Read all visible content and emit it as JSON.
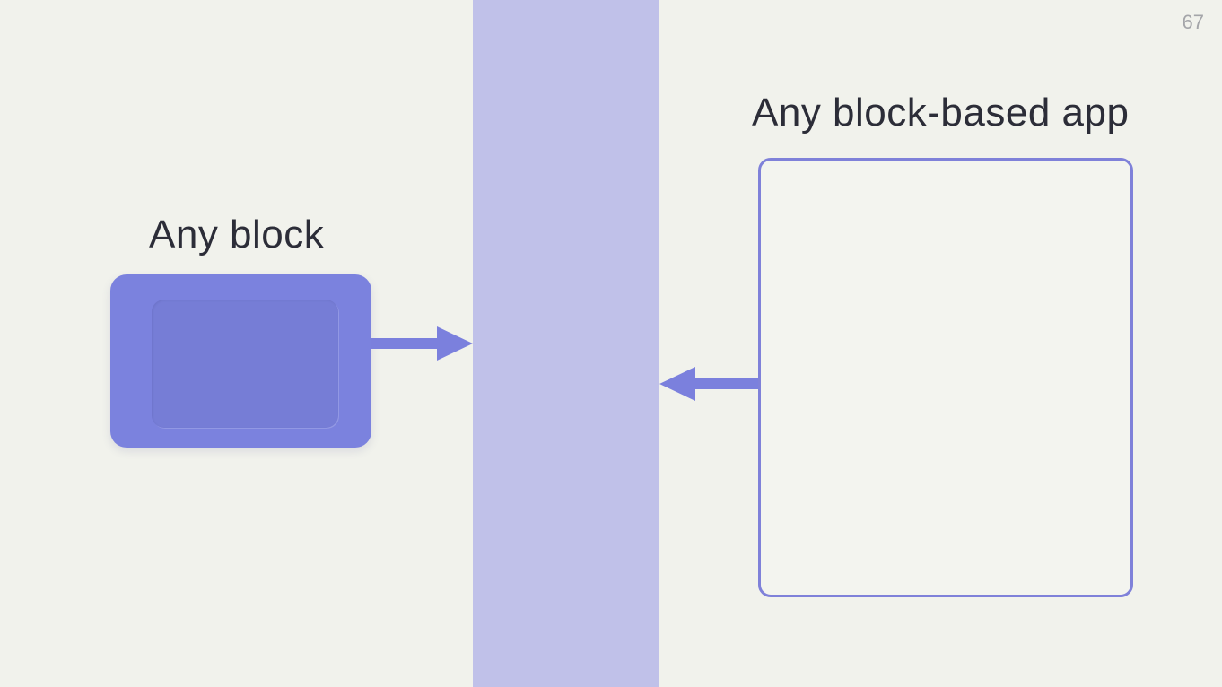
{
  "page_number": "67",
  "left": {
    "label": "Any block"
  },
  "right": {
    "label": "Any block-based app"
  },
  "colors": {
    "background": "#f1f2ec",
    "band": "#c0c1e9",
    "block": "#7b82de",
    "block-inner": "rgba(46,46,110,0.06)",
    "arrow": "#7b80dd",
    "box-border": "#7f81d9",
    "box-fill": "#f3f4ef",
    "text": "#2c2d38",
    "page-number": "#a4a5a9"
  }
}
